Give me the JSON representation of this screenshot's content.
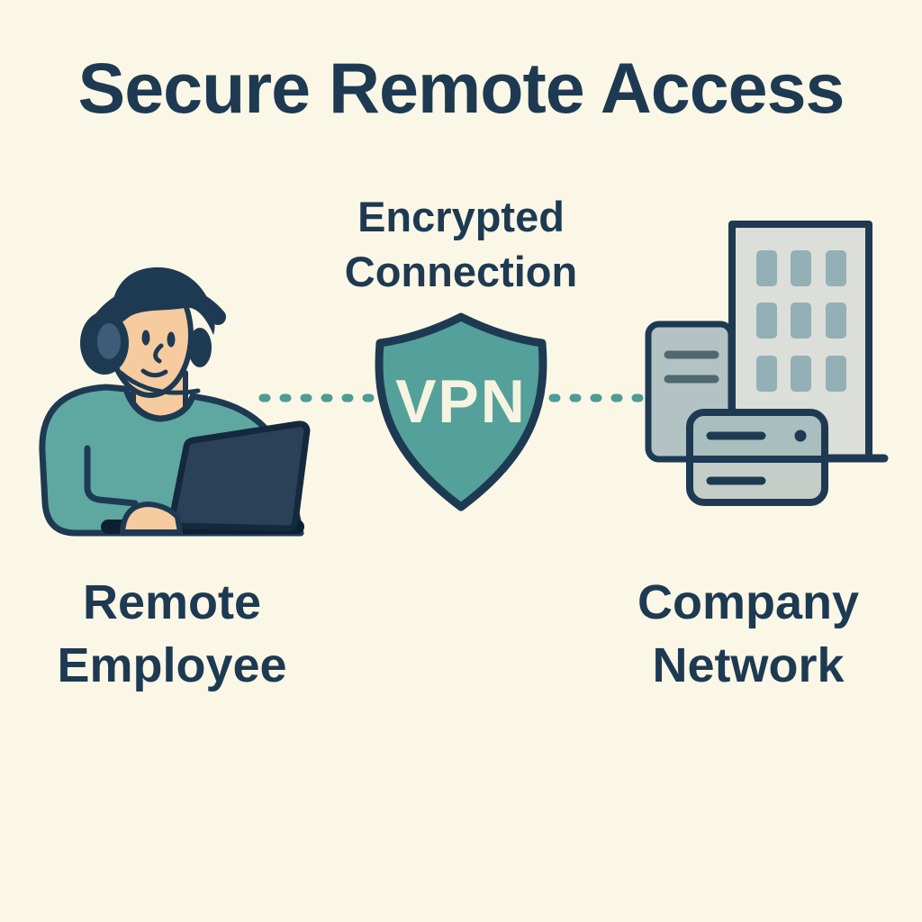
{
  "title": "Secure Remote Access",
  "connection": {
    "label_line1": "Encrypted",
    "label_line2": "Connection",
    "shield_text": "VPN",
    "line_style": "dotted"
  },
  "left_node": {
    "label_line1": "Remote",
    "label_line2": "Employee",
    "icon": "person-with-headphones-at-laptop-icon"
  },
  "center_node": {
    "icon": "vpn-shield-icon"
  },
  "right_node": {
    "label_line1": "Company",
    "label_line2": "Network",
    "icon": "office-building-and-server-icon"
  },
  "colors": {
    "background": "#FAF7E6",
    "navy": "#1E3A52",
    "teal": "#54A09B",
    "teal_light": "#5FA8A2",
    "cream_text": "#F7F3E1",
    "skin": "#F5CB9F",
    "slate": "#3E5C79",
    "laptop": "#2A4158",
    "laptop_dark": "#14293D",
    "laptop_base": "#0D2033",
    "building_gray": "#DCDED9",
    "window_gray": "#92B0B5",
    "panel_gray": "#B3C3C3",
    "panel_line": "#50686F",
    "card_top": "#A9BEBE",
    "card_bottom": "#C4CDC7",
    "dotted": "#4D9C95"
  }
}
